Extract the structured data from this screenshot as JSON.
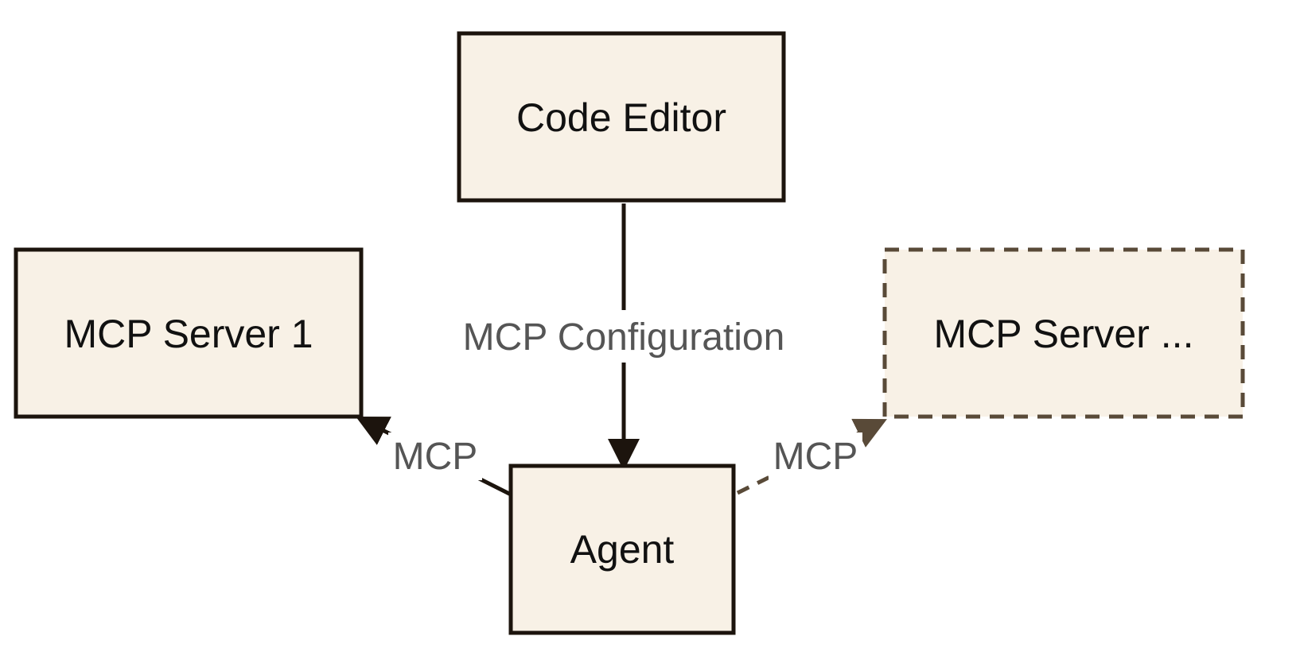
{
  "nodes": {
    "code_editor": "Code Editor",
    "mcp_server_1": "MCP Server 1",
    "mcp_server_more": "MCP Server ...",
    "agent": "Agent"
  },
  "edges": {
    "config": "MCP Configuration",
    "mcp_left": "MCP",
    "mcp_right": "MCP"
  },
  "colors": {
    "node_fill": "#f8f1e6",
    "node_stroke": "#1c140d",
    "dashed_stroke": "#594a38",
    "label": "#555555"
  }
}
